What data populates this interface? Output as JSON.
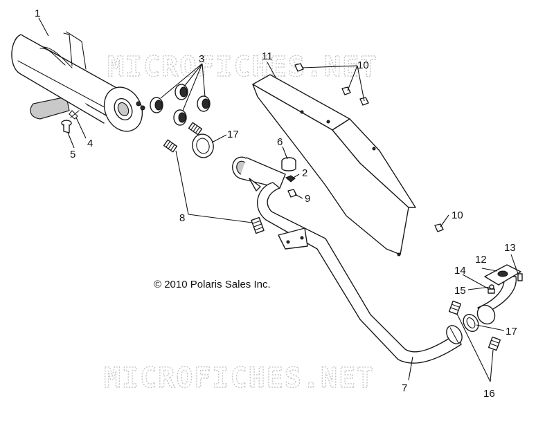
{
  "watermark": "MICROFICHES.NET",
  "copyright": "© 2010 Polaris Sales Inc.",
  "callouts": [
    {
      "id": "callout-1",
      "label": "1"
    },
    {
      "id": "callout-2",
      "label": "2"
    },
    {
      "id": "callout-3",
      "label": "3"
    },
    {
      "id": "callout-4",
      "label": "4"
    },
    {
      "id": "callout-5",
      "label": "5"
    },
    {
      "id": "callout-6",
      "label": "6"
    },
    {
      "id": "callout-7",
      "label": "7"
    },
    {
      "id": "callout-8",
      "label": "8"
    },
    {
      "id": "callout-9",
      "label": "9"
    },
    {
      "id": "callout-10a",
      "label": "10"
    },
    {
      "id": "callout-10b",
      "label": "10"
    },
    {
      "id": "callout-11",
      "label": "11"
    },
    {
      "id": "callout-12",
      "label": "12"
    },
    {
      "id": "callout-13",
      "label": "13"
    },
    {
      "id": "callout-14",
      "label": "14"
    },
    {
      "id": "callout-15",
      "label": "15"
    },
    {
      "id": "callout-16",
      "label": "16"
    },
    {
      "id": "callout-17a",
      "label": "17"
    },
    {
      "id": "callout-17b",
      "label": "17"
    }
  ],
  "colors": {
    "line": "#1a1a1a",
    "watermark": "#c4c4c4",
    "background": "#ffffff"
  }
}
